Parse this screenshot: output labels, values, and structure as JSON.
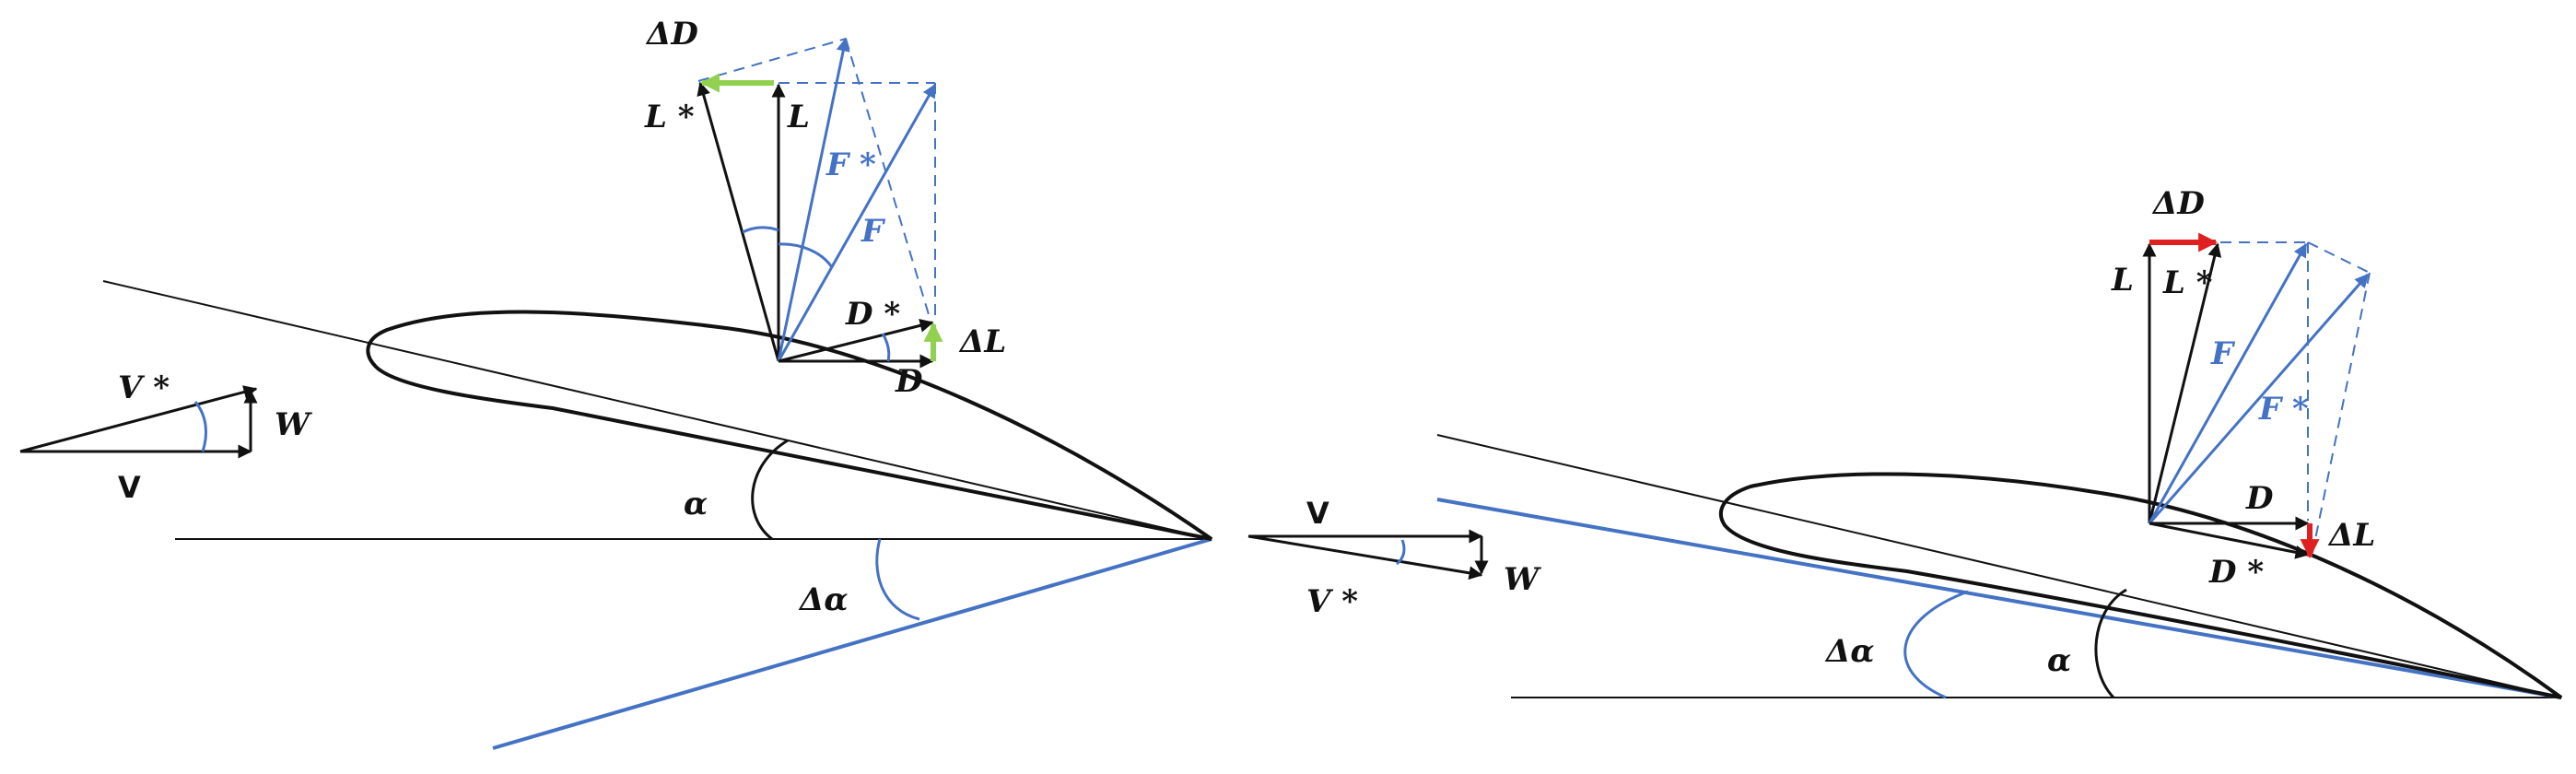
{
  "colors": {
    "ink": "#111111",
    "blue": "#4472c4",
    "green": "#92d050",
    "red": "#e02020"
  },
  "left": {
    "labels": {
      "delta_d": "ΔD",
      "l_star": "L *",
      "l": "L",
      "f_star": "F *",
      "f": "F",
      "d_star": "D *",
      "delta_l": "ΔL",
      "d": "D",
      "v_star": "V *",
      "w": "W",
      "v": "V",
      "alpha": "α",
      "delta_alpha": "Δα"
    }
  },
  "middle": {
    "labels": {
      "v": "V",
      "v_star": "V *",
      "w": "W"
    }
  },
  "right": {
    "labels": {
      "delta_d": "ΔD",
      "l": "L",
      "l_star": "L *",
      "f": "F",
      "f_star": "F *",
      "d": "D",
      "delta_l": "ΔL",
      "d_star": "D *",
      "delta_alpha": "Δα",
      "alpha": "α"
    }
  }
}
